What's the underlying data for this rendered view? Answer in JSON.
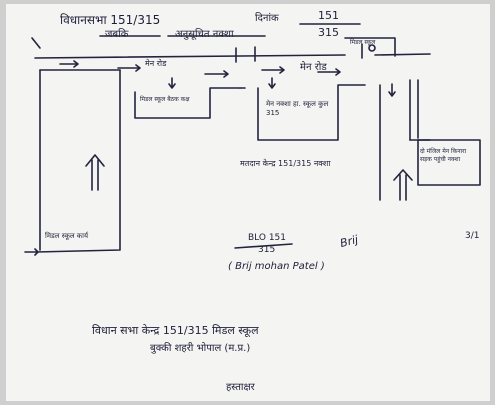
{
  "header": {
    "line1": "विधानसभा 151/315",
    "date_label": "दिनांक",
    "fraction_top": "151",
    "fraction_bottom": "315",
    "line2_left": "जबकि",
    "line2_right": "अनुसूचित नक्शा"
  },
  "map": {
    "top_right_box": "मिडल स्कूल",
    "road_left": "मेन रोड",
    "road_right": "मेन रोड",
    "left_block_label": "मिडल स्कूल बैठक कक्ष",
    "center_box": "मेन नक्शा हा. स्कूल कुल 315",
    "right_block_label": "दो मंजिल मेन किनारा सड़क पहुंची नक्शा",
    "center_caption": "मतदान केन्द्र 151/315 नक्शा",
    "bottom_left_label": "मिडल स्कूल कार्य",
    "page_number": "3/1"
  },
  "signature": {
    "fraction_top": "BLO 151",
    "fraction_bottom": "315",
    "signature_mark": "Brij",
    "name": "( Brij mohan Patel )"
  },
  "footer": {
    "line1": "विधान सभा केन्द्र 151/315 मिडल स्कूल",
    "line2": "बुक्की शहरी भोपाल (म.प्र.)",
    "sign_label": "हस्ताक्षर"
  }
}
